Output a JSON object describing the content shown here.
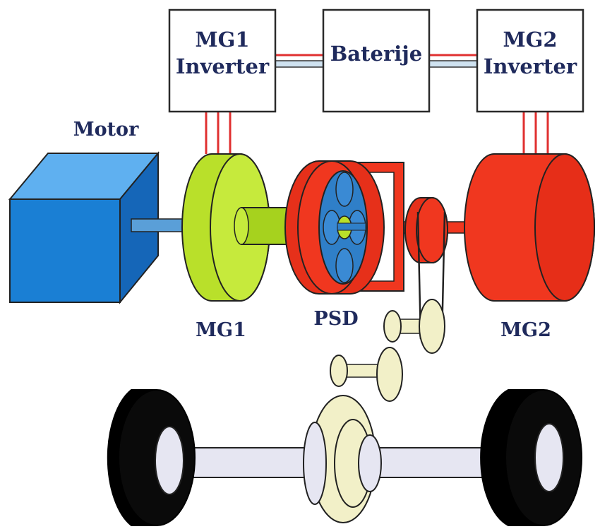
{
  "boxes": {
    "mg1_inverter": {
      "line1": "MG1",
      "line2": "Inverter"
    },
    "battery": {
      "label": "Baterije"
    },
    "mg2_inverter": {
      "line1": "MG2",
      "line2": "Inverter"
    }
  },
  "components": {
    "engine": "Motor",
    "mg1": "MG1",
    "psd": "PSD",
    "mg2": "MG2"
  },
  "colors": {
    "engine": "#1a7fd4",
    "mg1": "#b9e02a",
    "psd": "#f0371f",
    "mg2": "#f0371f",
    "wires": "#e03030",
    "shaft": "#e6e6f2",
    "gears": "#f2f0c8",
    "tires": "#000000",
    "labels": "#1f2a5c"
  }
}
